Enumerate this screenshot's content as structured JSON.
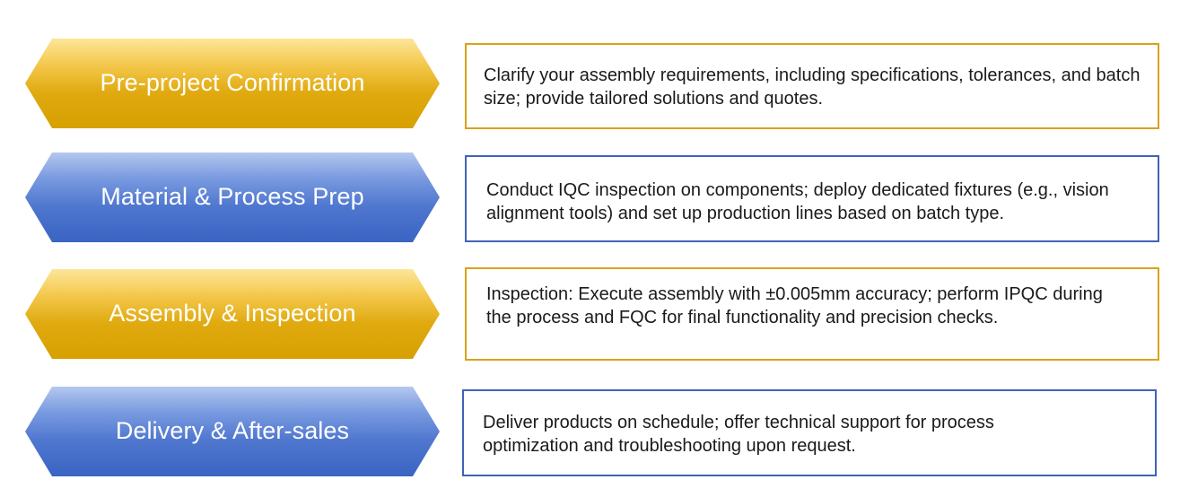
{
  "steps": [
    {
      "title": "Pre-project Confirmation",
      "description": "Clarify your assembly requirements, including specifications, tolerances, and batch size; provide tailored solutions and quotes.",
      "color": "#e0aa10"
    },
    {
      "title": "Material & Process Prep",
      "description": "Conduct IQC inspection on components; deploy dedicated fixtures (e.g., vision alignment tools) and set up production lines based on batch type.",
      "color": "#4f77cf"
    },
    {
      "title": "Assembly & Inspection",
      "description": "Inspection: Execute assembly with ±0.005mm accuracy; perform IPQC during the process and FQC for final functionality and precision checks.",
      "color": "#e0aa10"
    },
    {
      "title": "Delivery & After-sales",
      "description": "Deliver products on schedule; offer technical support for process optimization and troubleshooting upon request.",
      "color": "#4f77cf"
    }
  ]
}
